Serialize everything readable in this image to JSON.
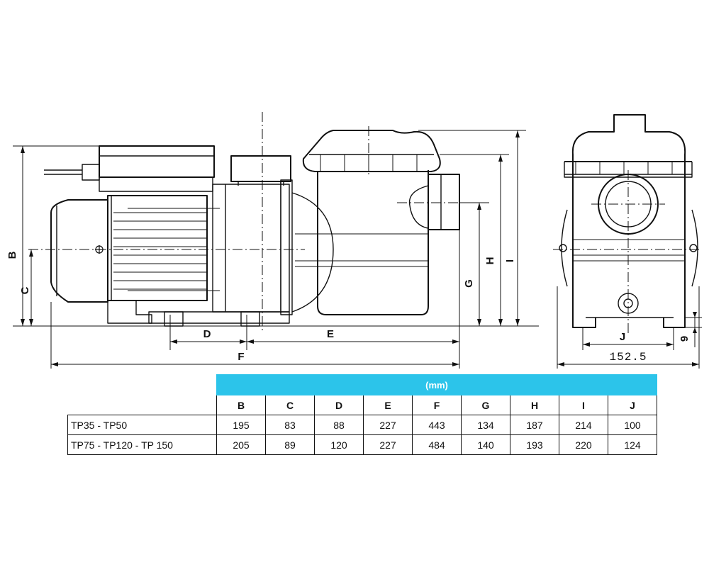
{
  "diagram": {
    "dimension_labels": {
      "B": "B",
      "C": "C",
      "D": "D",
      "E": "E",
      "F": "F",
      "G": "G",
      "H": "H",
      "I": "I",
      "J": "J"
    },
    "end_view_width": "152.5",
    "end_view_foot": "9"
  },
  "table": {
    "unit": "(mm)",
    "columns": [
      "B",
      "C",
      "D",
      "E",
      "F",
      "G",
      "H",
      "I",
      "J"
    ],
    "rows": [
      {
        "model": "TP35 - TP50",
        "values": [
          "195",
          "83",
          "88",
          "227",
          "443",
          "134",
          "187",
          "214",
          "100"
        ]
      },
      {
        "model": "TP75  - TP120 - TP 150",
        "values": [
          "205",
          "89",
          "120",
          "227",
          "484",
          "140",
          "193",
          "220",
          "124"
        ]
      }
    ]
  }
}
